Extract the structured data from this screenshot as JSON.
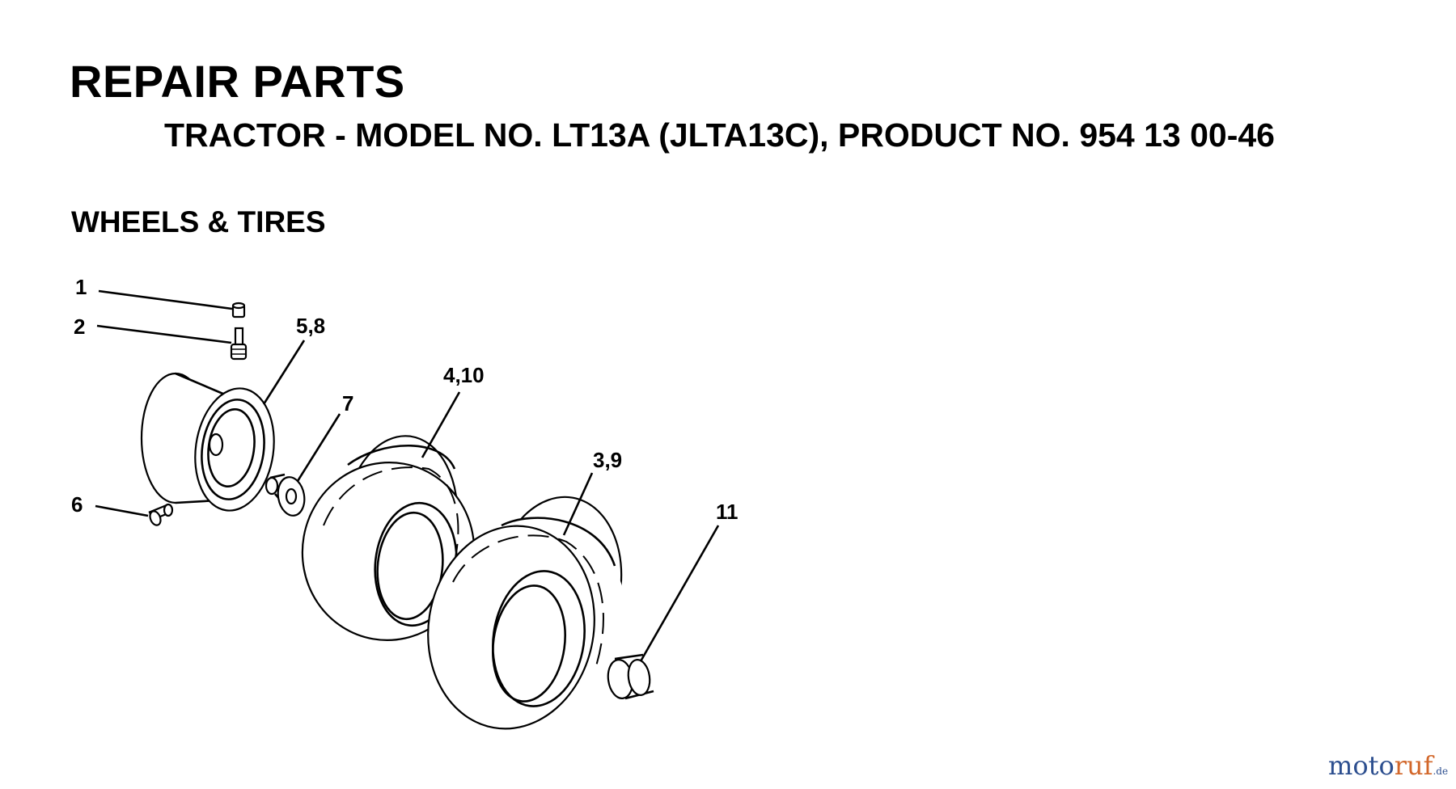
{
  "header": {
    "title": "REPAIR PARTS",
    "subtitle": "TRACTOR - MODEL NO. LT13A (JLTA13C), PRODUCT NO. 954 13 00-46",
    "section": "WHEELS & TIRES"
  },
  "callouts": {
    "c1": "1",
    "c2": "2",
    "c3": "3,9",
    "c4": "4,10",
    "c5": "5,8",
    "c6": "6",
    "c7": "7",
    "c11": "11"
  },
  "watermark": {
    "part_a": "moto",
    "part_b": "ruf",
    "part_c": ".de"
  }
}
